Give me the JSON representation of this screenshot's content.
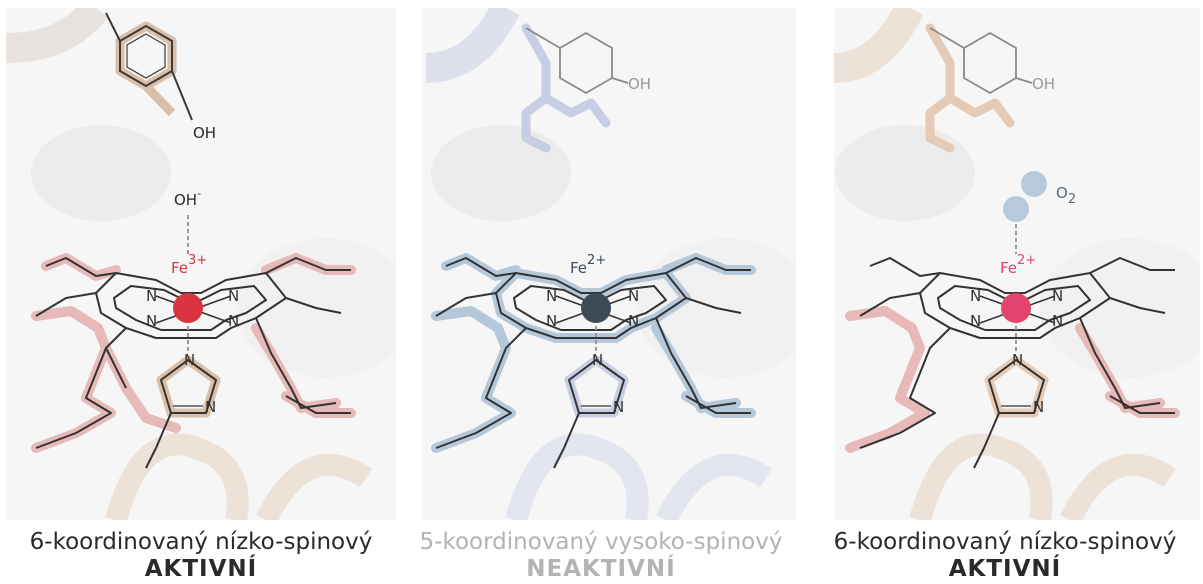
{
  "panels": [
    {
      "ligand": "OH",
      "ligand_suffix": "-",
      "metal": "Fe",
      "charge": "3+",
      "tyrosine_oh": "OH",
      "caption": "6-koordinovaný nízko-spinový",
      "status": "AKTIVNÍ",
      "metal_color": "#d9343f",
      "shadow_color": "#e7b9b9"
    },
    {
      "ligand": "",
      "metal": "Fe",
      "charge": "2+",
      "tyrosine_oh": "OH",
      "caption": "5-koordinovaný vysoko-spinový",
      "status": "NEAKTIVNÍ",
      "metal_color": "#3e4a57",
      "shadow_color": "#b5c8da"
    },
    {
      "ligand": "O",
      "ligand_sub": "2",
      "metal": "Fe",
      "charge": "2+",
      "tyrosine_oh": "OH",
      "caption": "6-koordinovaný nízko-spinový",
      "status": "AKTIVNÍ",
      "metal_color": "#e2436f",
      "shadow_color": "#e7b9b9"
    }
  ],
  "porphyrin_n": "N",
  "imidazole_n": "N"
}
